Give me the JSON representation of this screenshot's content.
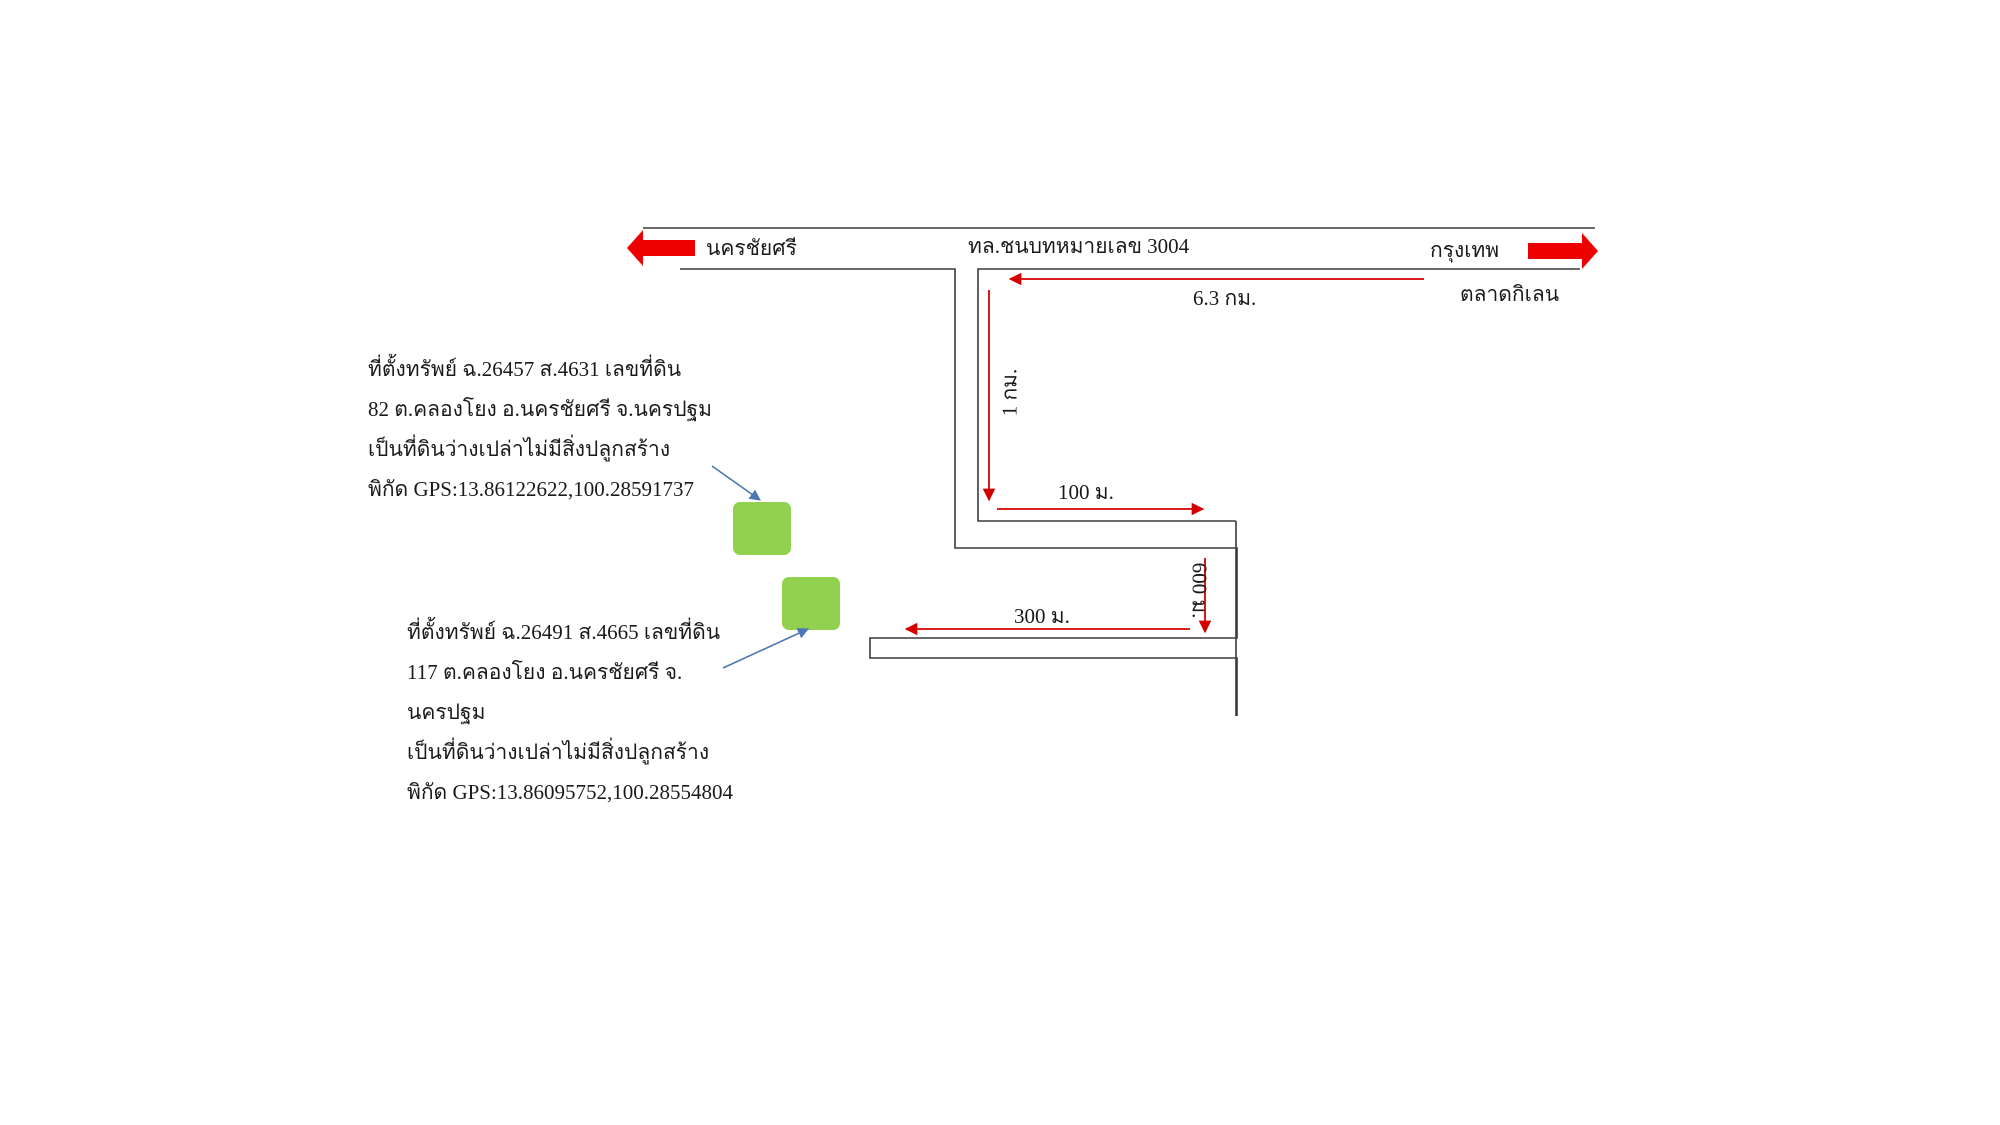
{
  "map": {
    "road_name": "ทล.ชนบทหมายเลข 3004",
    "west_destination": "นครชัยศรี",
    "east_destination": "กรุงเทพ",
    "landmark": "ตลาดกิเลน",
    "distances": {
      "main_road": "6.3 กม.",
      "first_turn": "1 กม.",
      "second_segment": "100 ม.",
      "third_segment": "600 ม.",
      "fourth_segment": "300 ม."
    },
    "colors": {
      "road_outline": "#3a3a3a",
      "route_arrow": "#d40000",
      "pointer_arrow": "#4a78b5",
      "plot_marker": "#92d050"
    }
  },
  "plot_1": {
    "lines": [
      "ที่ตั้งทรัพย์ ฉ.26457  ส.4631 เลขที่ดิน",
      "82 ต.คลองโยง อ.นครชัยศรี จ.นครปฐม",
      "เป็นที่ดินว่างเปล่าไม่มีสิ่งปลูกสร้าง",
      "พิกัด GPS:13.86122622,100.28591737"
    ]
  },
  "plot_2": {
    "lines": [
      "ที่ตั้งทรัพย์ ฉ.26491  ส.4665 เลขที่ดิน",
      "117 ต.คลองโยง อ.นครชัยศรี จ.",
      "นครปฐม",
      "เป็นที่ดินว่างเปล่าไม่มีสิ่งปลูกสร้าง",
      "พิกัด GPS:13.86095752,100.28554804"
    ]
  }
}
